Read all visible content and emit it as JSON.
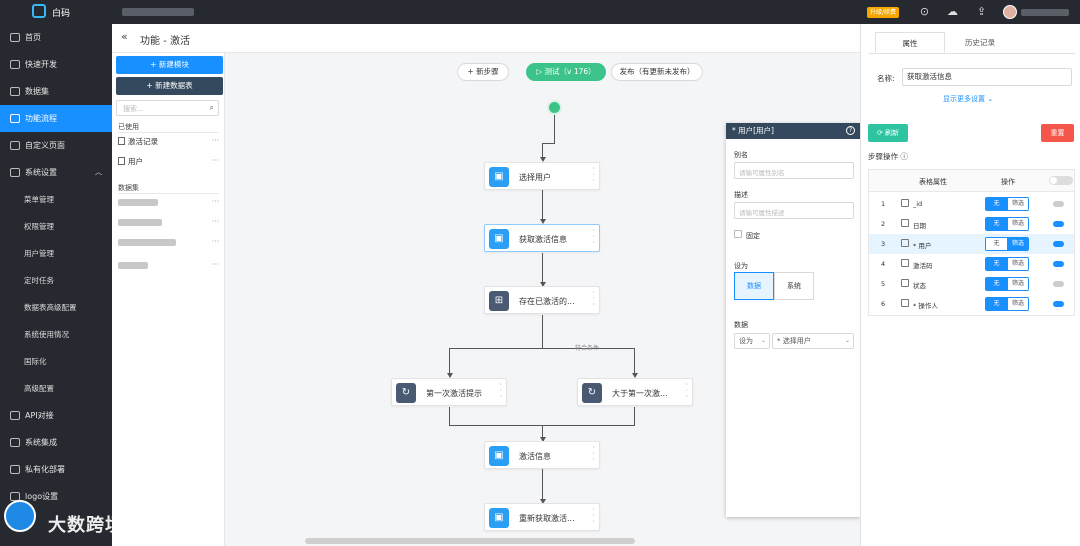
{
  "app": {
    "name": "白码"
  },
  "topbar": {
    "badge": "升级/续费"
  },
  "sidebar": {
    "items": [
      {
        "label": "首页"
      },
      {
        "label": "快速开发"
      },
      {
        "label": "数据集"
      },
      {
        "label": "功能流程"
      },
      {
        "label": "自定义页面"
      },
      {
        "label": "系统设置"
      },
      {
        "label": "API对接"
      },
      {
        "label": "系统集成"
      },
      {
        "label": "私有化部署"
      },
      {
        "label": "logo设置"
      }
    ],
    "sub_items": [
      {
        "label": "菜单管理"
      },
      {
        "label": "权限管理"
      },
      {
        "label": "用户管理"
      },
      {
        "label": "定时任务"
      },
      {
        "label": "数据表高级配置"
      },
      {
        "label": "系统使用情况"
      },
      {
        "label": "国际化"
      },
      {
        "label": "高级配置"
      }
    ],
    "expand_icon": "chevron-up-icon"
  },
  "watermark": {
    "text": "大数跨境"
  },
  "header": {
    "title": "功能 - 激活",
    "back": "«"
  },
  "left_panel": {
    "new_module": "+ 新建模块",
    "new_table": "+ 新建数据表",
    "search_placeholder": "搜索...",
    "used_label": "已使用",
    "used_items": [
      {
        "label": "激活记录"
      },
      {
        "label": "用户"
      }
    ],
    "dataset_label": "数据集",
    "dots": "···"
  },
  "toolbar": {
    "new_step": "+ 新步骤",
    "test": "▷ 测试（v 176）",
    "publish": "发布（有更新未发布）"
  },
  "flow": {
    "nodes": [
      {
        "label": "选择用户"
      },
      {
        "label": "获取激活信息"
      },
      {
        "label": "存在已激活的..."
      },
      {
        "label": "第一次激活提示"
      },
      {
        "label": "大于第一次激..."
      },
      {
        "label": "激活信息"
      },
      {
        "label": "重新获取激活..."
      }
    ],
    "condition_label": "符合条件"
  },
  "popup": {
    "title": "* 用户[用户]",
    "help": "?",
    "alias_label": "别名",
    "alias_placeholder": "请输可属性别名",
    "desc_label": "描述",
    "desc_placeholder": "请输可属性描述",
    "fixed_label": "固定",
    "set_label": "设为",
    "seg_data": "数据",
    "seg_system": "系统",
    "data_label": "数据",
    "sel_type": "设为",
    "sel_value": "* 选择用户"
  },
  "right_panel": {
    "tabs": [
      {
        "label": "属性"
      },
      {
        "label": "历史记录"
      }
    ],
    "name_label": "名称:",
    "name_value": "获取激活信息",
    "more": "显示更多设置 ⌄",
    "refresh": "刷新",
    "reset": "重置",
    "steps_label": "步骤操作 ⓘ",
    "table_header": {
      "attr": "表格属性",
      "op": "操作"
    },
    "btn_none": "无",
    "btn_filter": "筛选",
    "rows": [
      {
        "n": "1",
        "name": "_id"
      },
      {
        "n": "2",
        "name": "日期"
      },
      {
        "n": "3",
        "name": "* 用户"
      },
      {
        "n": "4",
        "name": "激活码"
      },
      {
        "n": "5",
        "name": "状态"
      },
      {
        "n": "6",
        "name": "* 操作人"
      }
    ]
  },
  "colors": {
    "accent": "#1890ff",
    "sidebar_bg": "#26292f",
    "green": "#3cc38a",
    "reset": "#f5564a"
  }
}
